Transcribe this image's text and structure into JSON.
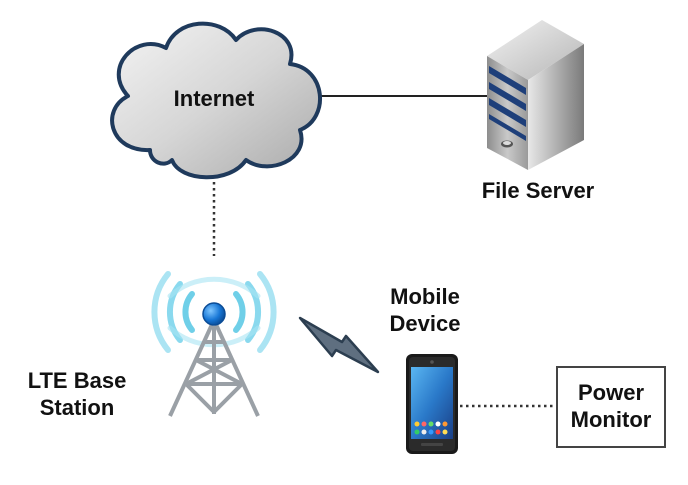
{
  "nodes": {
    "internet": {
      "label": "Internet"
    },
    "file_server": {
      "label": "File Server"
    },
    "mobile_device": {
      "label_lines": [
        "Mobile",
        "Device"
      ]
    },
    "lte_base_station": {
      "label_lines": [
        "LTE Base",
        "Station"
      ]
    },
    "power_monitor": {
      "label_lines": [
        "Power",
        "Monitor"
      ]
    }
  },
  "links": [
    {
      "from": "internet",
      "to": "file_server",
      "style": "solid"
    },
    {
      "from": "internet",
      "to": "lte_base_station",
      "style": "dotted"
    },
    {
      "from": "lte_base_station",
      "to": "mobile_device",
      "style": "wireless"
    },
    {
      "from": "mobile_device",
      "to": "power_monitor",
      "style": "dotted"
    }
  ],
  "colors": {
    "cloud_outline": "#1f3a5c",
    "cloud_fill": "#d4d4d4",
    "server_stripe": "#1e3f7a",
    "signal_wave": "#6fcfe8",
    "antenna_ball": "#1877d6",
    "tower": "#9aa0a6",
    "bolt": "#2c3e50"
  },
  "icons": {
    "internet": "cloud-icon",
    "file_server": "server-tower-icon",
    "lte_base_station": "cell-tower-icon",
    "mobile_device": "smartphone-icon",
    "wireless_link": "lightning-bolt-icon"
  }
}
